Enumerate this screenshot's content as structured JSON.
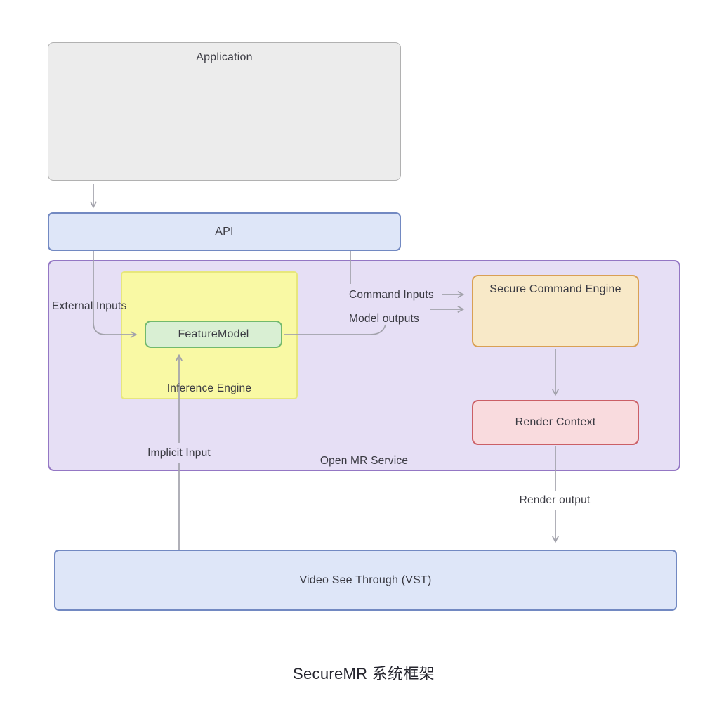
{
  "figure": {
    "caption": "SecureMR 系统框架"
  },
  "boxes": {
    "application": {
      "label": "Application",
      "fill": "#ececec",
      "border": "#b1b1b1"
    },
    "api": {
      "label": "API",
      "fill": "#dee6f8",
      "border": "#7289c2"
    },
    "open_mr_service": {
      "label": "Open MR Service",
      "fill": "#e6dff5",
      "border": "#9477c4"
    },
    "inference_engine": {
      "label": "Inference Engine",
      "fill": "#f9f9a4",
      "border": "#e7e77c"
    },
    "feature_model": {
      "label": "FeatureModel",
      "fill": "#d9efd3",
      "border": "#72b96d"
    },
    "secure_command_engine": {
      "label": "Secure Command Engine",
      "fill": "#f8e9c8",
      "border": "#d9a055"
    },
    "render_context": {
      "label": "Render Context",
      "fill": "#f9dbde",
      "border": "#cb5f66"
    },
    "video_see_through": {
      "label": "Video See Through (VST)",
      "fill": "#dee6f8",
      "border": "#7289c2"
    }
  },
  "edges": {
    "external_inputs": "External Inputs",
    "command_inputs": "Command Inputs",
    "model_outputs": "Model outputs",
    "implicit_input": "Implicit Input",
    "render_output": "Render output"
  },
  "colors": {
    "arrow": "#a2a2ab",
    "text": "#3a3a42",
    "background": "#ffffff"
  }
}
